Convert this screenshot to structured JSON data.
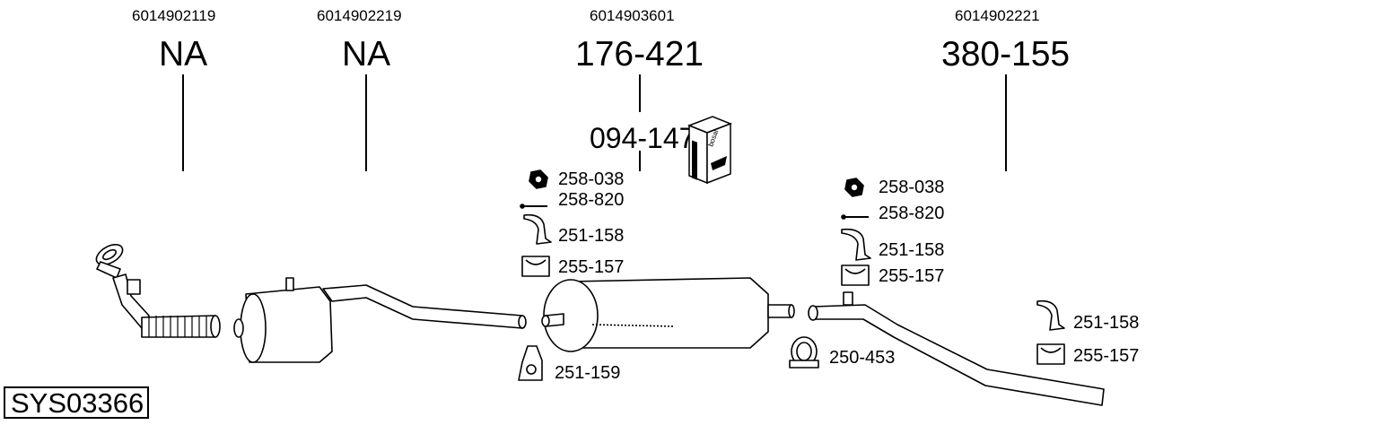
{
  "system_code": "SYS03366",
  "columns": [
    {
      "oem": "6014902119",
      "part": "NA"
    },
    {
      "oem": "6014902219",
      "part": "NA"
    },
    {
      "oem": "6014903601",
      "part": "176-421"
    },
    {
      "oem": "6014902221",
      "part": "380-155"
    }
  ],
  "mounting_kit": "094-147",
  "kit_box_text": "bosal",
  "center_group": {
    "nut": "258-038",
    "bolt": "258-820",
    "bracket": "251-158",
    "rubber": "255-157",
    "lower_bracket": "251-159"
  },
  "right_group": {
    "nut": "258-038",
    "bolt": "258-820",
    "bracket": "251-158",
    "rubber": "255-157",
    "clamp": "250-453"
  },
  "tail_group": {
    "bracket": "251-158",
    "rubber": "255-157"
  }
}
